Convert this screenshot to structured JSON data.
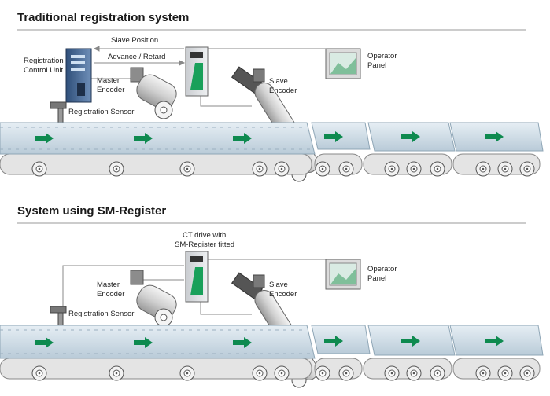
{
  "top_section": {
    "title": "Traditional registration system",
    "labels": {
      "slave_position": "Slave Position",
      "advance_retard": "Advance / Retard",
      "control_unit_line1": "Registration",
      "control_unit_line2": "Control Unit",
      "master_encoder_line1": "Master",
      "master_encoder_line2": "Encoder",
      "slave_encoder_line1": "Slave",
      "slave_encoder_line2": "Encoder",
      "operator_panel_line1": "Operator",
      "operator_panel_line2": "Panel",
      "registration_sensor": "Registration Sensor"
    }
  },
  "bottom_section": {
    "title": "System using SM-Register",
    "labels": {
      "ct_drive_line1": "CT drive with",
      "ct_drive_line2": "SM-Register fitted",
      "master_encoder_line1": "Master",
      "master_encoder_line2": "Encoder",
      "slave_encoder_line1": "Slave",
      "slave_encoder_line2": "Encoder",
      "operator_panel_line1": "Operator",
      "operator_panel_line2": "Panel",
      "registration_sensor": "Registration Sensor"
    }
  },
  "colors": {
    "belt": "#cfdde8",
    "belt_edge": "#8fa6b6",
    "arrow": "#0e8a4f",
    "rule": "#9a9a9a"
  }
}
